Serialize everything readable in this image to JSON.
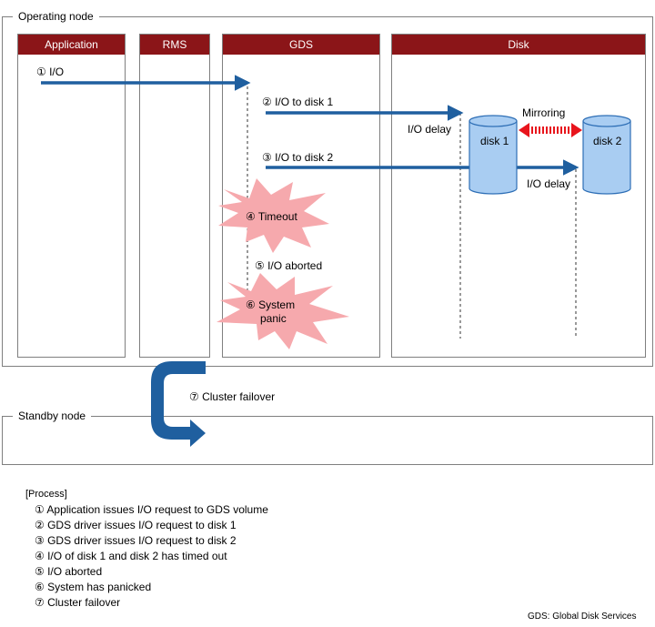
{
  "groups": {
    "operating": "Operating node",
    "standby": "Standby node"
  },
  "lanes": {
    "application": "Application",
    "rms": "RMS",
    "gds": "GDS",
    "disk": "Disk"
  },
  "steps": {
    "s1": "① I/O",
    "s2": "② I/O to disk 1",
    "s3": "③ I/O to disk 2",
    "s4": "④ Timeout",
    "s5": "⑤ I/O aborted",
    "s6_line1": "⑥ System",
    "s6_line2": "panic",
    "s7": "⑦ Cluster failover"
  },
  "disks": {
    "disk1": "disk 1",
    "disk2": "disk 2",
    "mirroring": "Mirroring",
    "io_delay": "I/O delay"
  },
  "process": {
    "title": "[Process]",
    "items": [
      "① Application issues I/O request to GDS volume",
      "② GDS driver issues I/O request to disk 1",
      "③ GDS driver issues I/O request to disk 2",
      "④ I/O of disk 1 and disk 2 has timed out",
      "⑤ I/O aborted",
      "⑥ System has panicked",
      "⑦ Cluster failover"
    ]
  },
  "footnote": "GDS: Global Disk Services",
  "colors": {
    "header": "#8b1518",
    "arrow": "#1f5f9f",
    "disk_fill": "#a9cdf2",
    "disk_stroke": "#2e6fb6",
    "burst_fill": "#f6a9ad",
    "mirror": "#e8141c"
  }
}
